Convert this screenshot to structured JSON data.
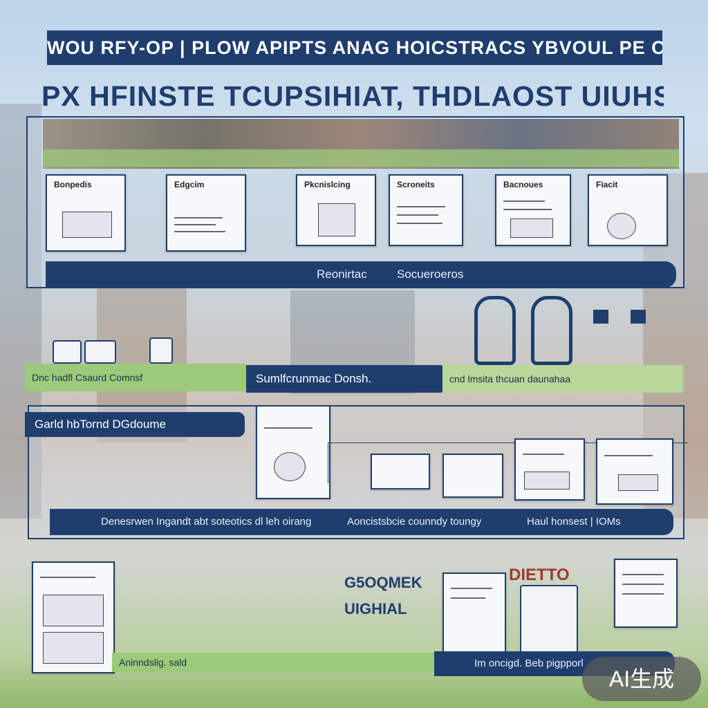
{
  "header": {
    "title": "WOU RFY-OP | PLOW APIPTS ANAG HOICSTRACS YBVOUL PE COVUIL:",
    "subtitle": "PX HFINSTE TCUPSIHIAT, THDLAOST UIUHSTOUES"
  },
  "row1": {
    "cards": [
      "Bonpedis",
      "Edgcim",
      "Pkcnislcing",
      "Scroneits",
      "Bacnoues",
      "Fiacit"
    ],
    "band_left": "Reonirtac",
    "band_right": "Socueroeros"
  },
  "row2": {
    "tag": "Sumlfcrunmac Donsh.",
    "green_text": "cnd lmsita thcuan daunahaa",
    "green_left": "Dnc hadfl Csaurd Comnsf"
  },
  "row3": {
    "tag": "Garld hbTornd DGdoume",
    "band_segments": [
      "Denesrwen Ingandt abt soteotics dl leh oirang",
      "Aoncistsbcie counndy toungy",
      "Haul honsest | IOMs"
    ]
  },
  "row4": {
    "label_top": "G5OQMEK",
    "label_bottom": "UIGHIAL",
    "sign": "DIETTO",
    "green_text": "Aninndslig. sald",
    "band": "Im oncigd. Beb pigpporl"
  },
  "badge": "AI生成",
  "colors": {
    "navy": "#1f3e6e",
    "green": "#9cc97a"
  }
}
